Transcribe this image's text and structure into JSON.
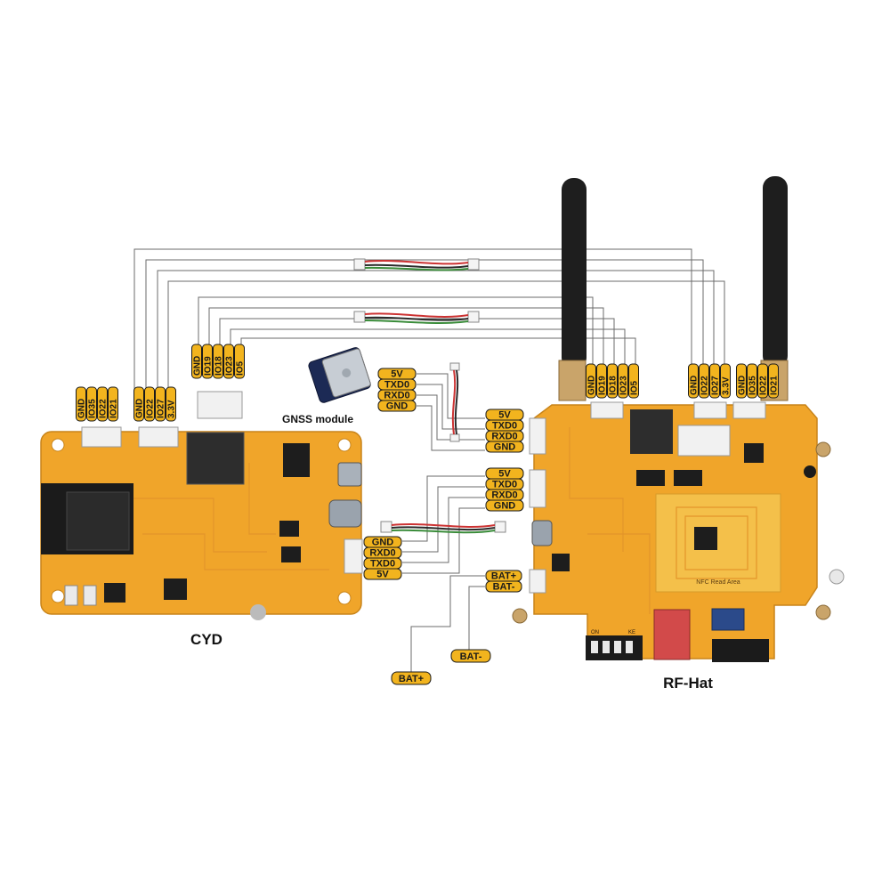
{
  "captions": {
    "cyd": "CYD",
    "rf_hat": "RF-Hat",
    "gnss": "GNSS module"
  },
  "cyd_left_header": [
    "GND",
    "IO35",
    "IO22",
    "IO21"
  ],
  "cyd_mid_header": [
    "GND",
    "IO22",
    "IO27",
    "3.3V"
  ],
  "cyd_top_header": [
    "GND",
    "IO19",
    "IO18",
    "IO23",
    "IO5"
  ],
  "cyd_uart": [
    "GND",
    "RXD0",
    "TXD0",
    "5V"
  ],
  "gnss_pins": [
    "5V",
    "TXD0",
    "RXD0",
    "GND"
  ],
  "hat_gnss_uart": [
    "5V",
    "TXD0",
    "RXD0",
    "GND"
  ],
  "hat_cyd_uart": [
    "5V",
    "TXD0",
    "RXD0",
    "GND"
  ],
  "hat_bat": [
    "BAT+",
    "BAT-"
  ],
  "hat_spi_header": [
    "GND",
    "IO19",
    "IO18",
    "IO23",
    "IO5"
  ],
  "hat_mid_header": [
    "GND",
    "IO22",
    "IO27",
    "3.3V"
  ],
  "hat_right_header": [
    "GND",
    "IO35",
    "IO22",
    "IO21"
  ],
  "battery_leads": [
    "BAT+",
    "BAT-"
  ],
  "board_marks": {
    "nfc_area": "NFC Read Area",
    "dip_on": "ON",
    "dip_ke": "KE"
  },
  "colors": {
    "pcb": "#f0a52a",
    "label": "#f2b41e",
    "wire": "#6b6b6b",
    "antenna": "#1e1e1e"
  }
}
